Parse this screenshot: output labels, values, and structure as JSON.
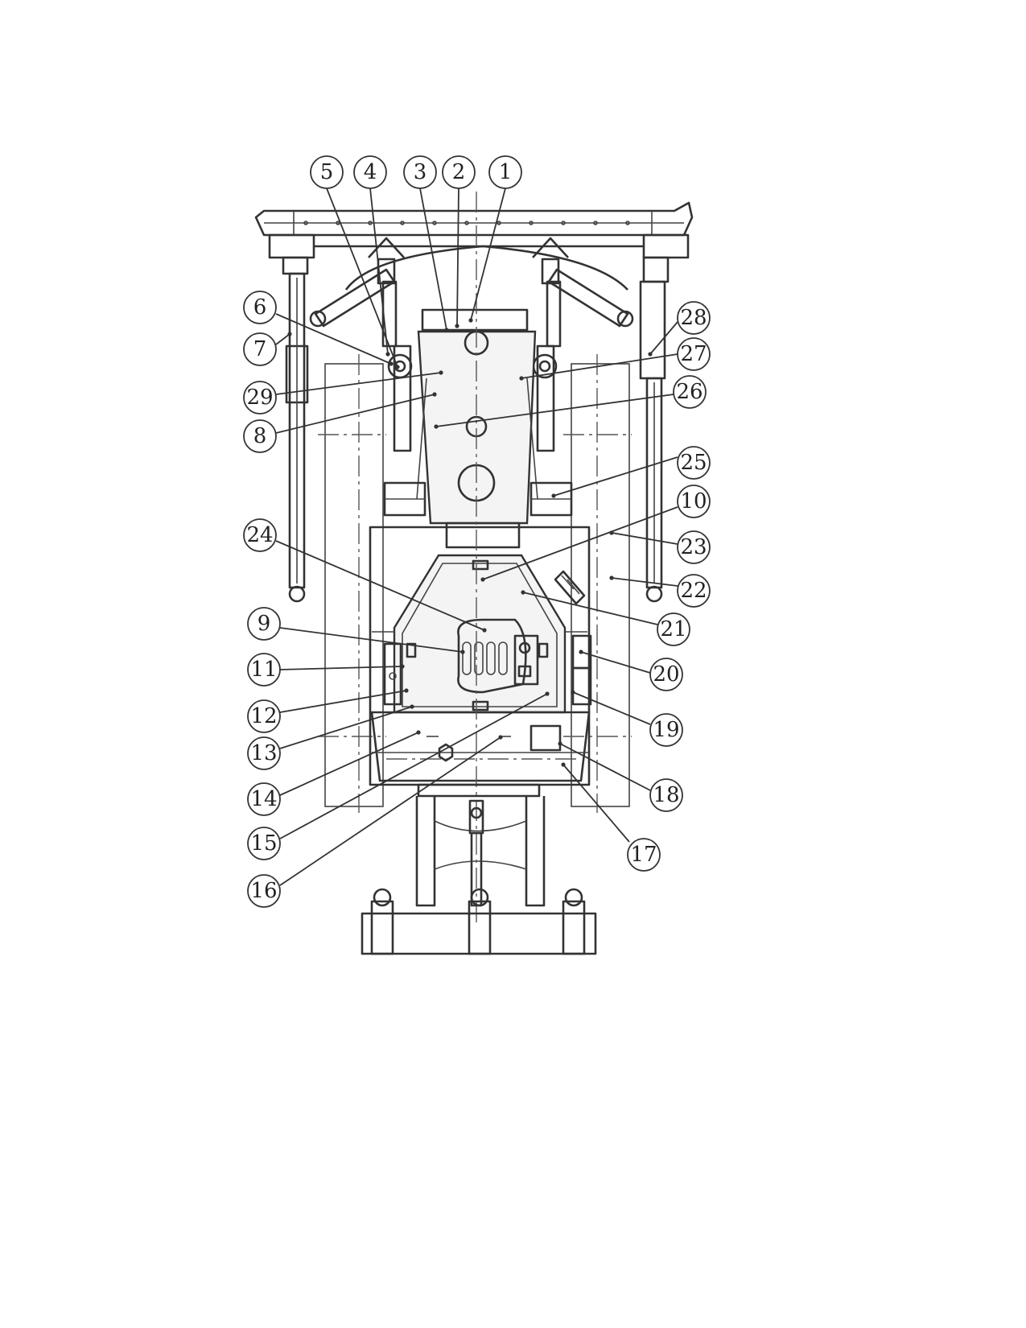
{
  "diagram": {
    "callouts": [
      {
        "label": "1"
      },
      {
        "label": "2"
      },
      {
        "label": "3"
      },
      {
        "label": "4"
      },
      {
        "label": "5"
      },
      {
        "label": "6"
      },
      {
        "label": "7"
      },
      {
        "label": "8"
      },
      {
        "label": "9"
      },
      {
        "label": "10"
      },
      {
        "label": "11"
      },
      {
        "label": "12"
      },
      {
        "label": "13"
      },
      {
        "label": "14"
      },
      {
        "label": "15"
      },
      {
        "label": "16"
      },
      {
        "label": "17"
      },
      {
        "label": "18"
      },
      {
        "label": "19"
      },
      {
        "label": "20"
      },
      {
        "label": "21"
      },
      {
        "label": "22"
      },
      {
        "label": "23"
      },
      {
        "label": "24"
      },
      {
        "label": "25"
      },
      {
        "label": "26"
      },
      {
        "label": "27"
      },
      {
        "label": "28"
      },
      {
        "label": "29"
      }
    ],
    "colors": {
      "ink": "#333333",
      "paper": "#ffffff"
    }
  }
}
